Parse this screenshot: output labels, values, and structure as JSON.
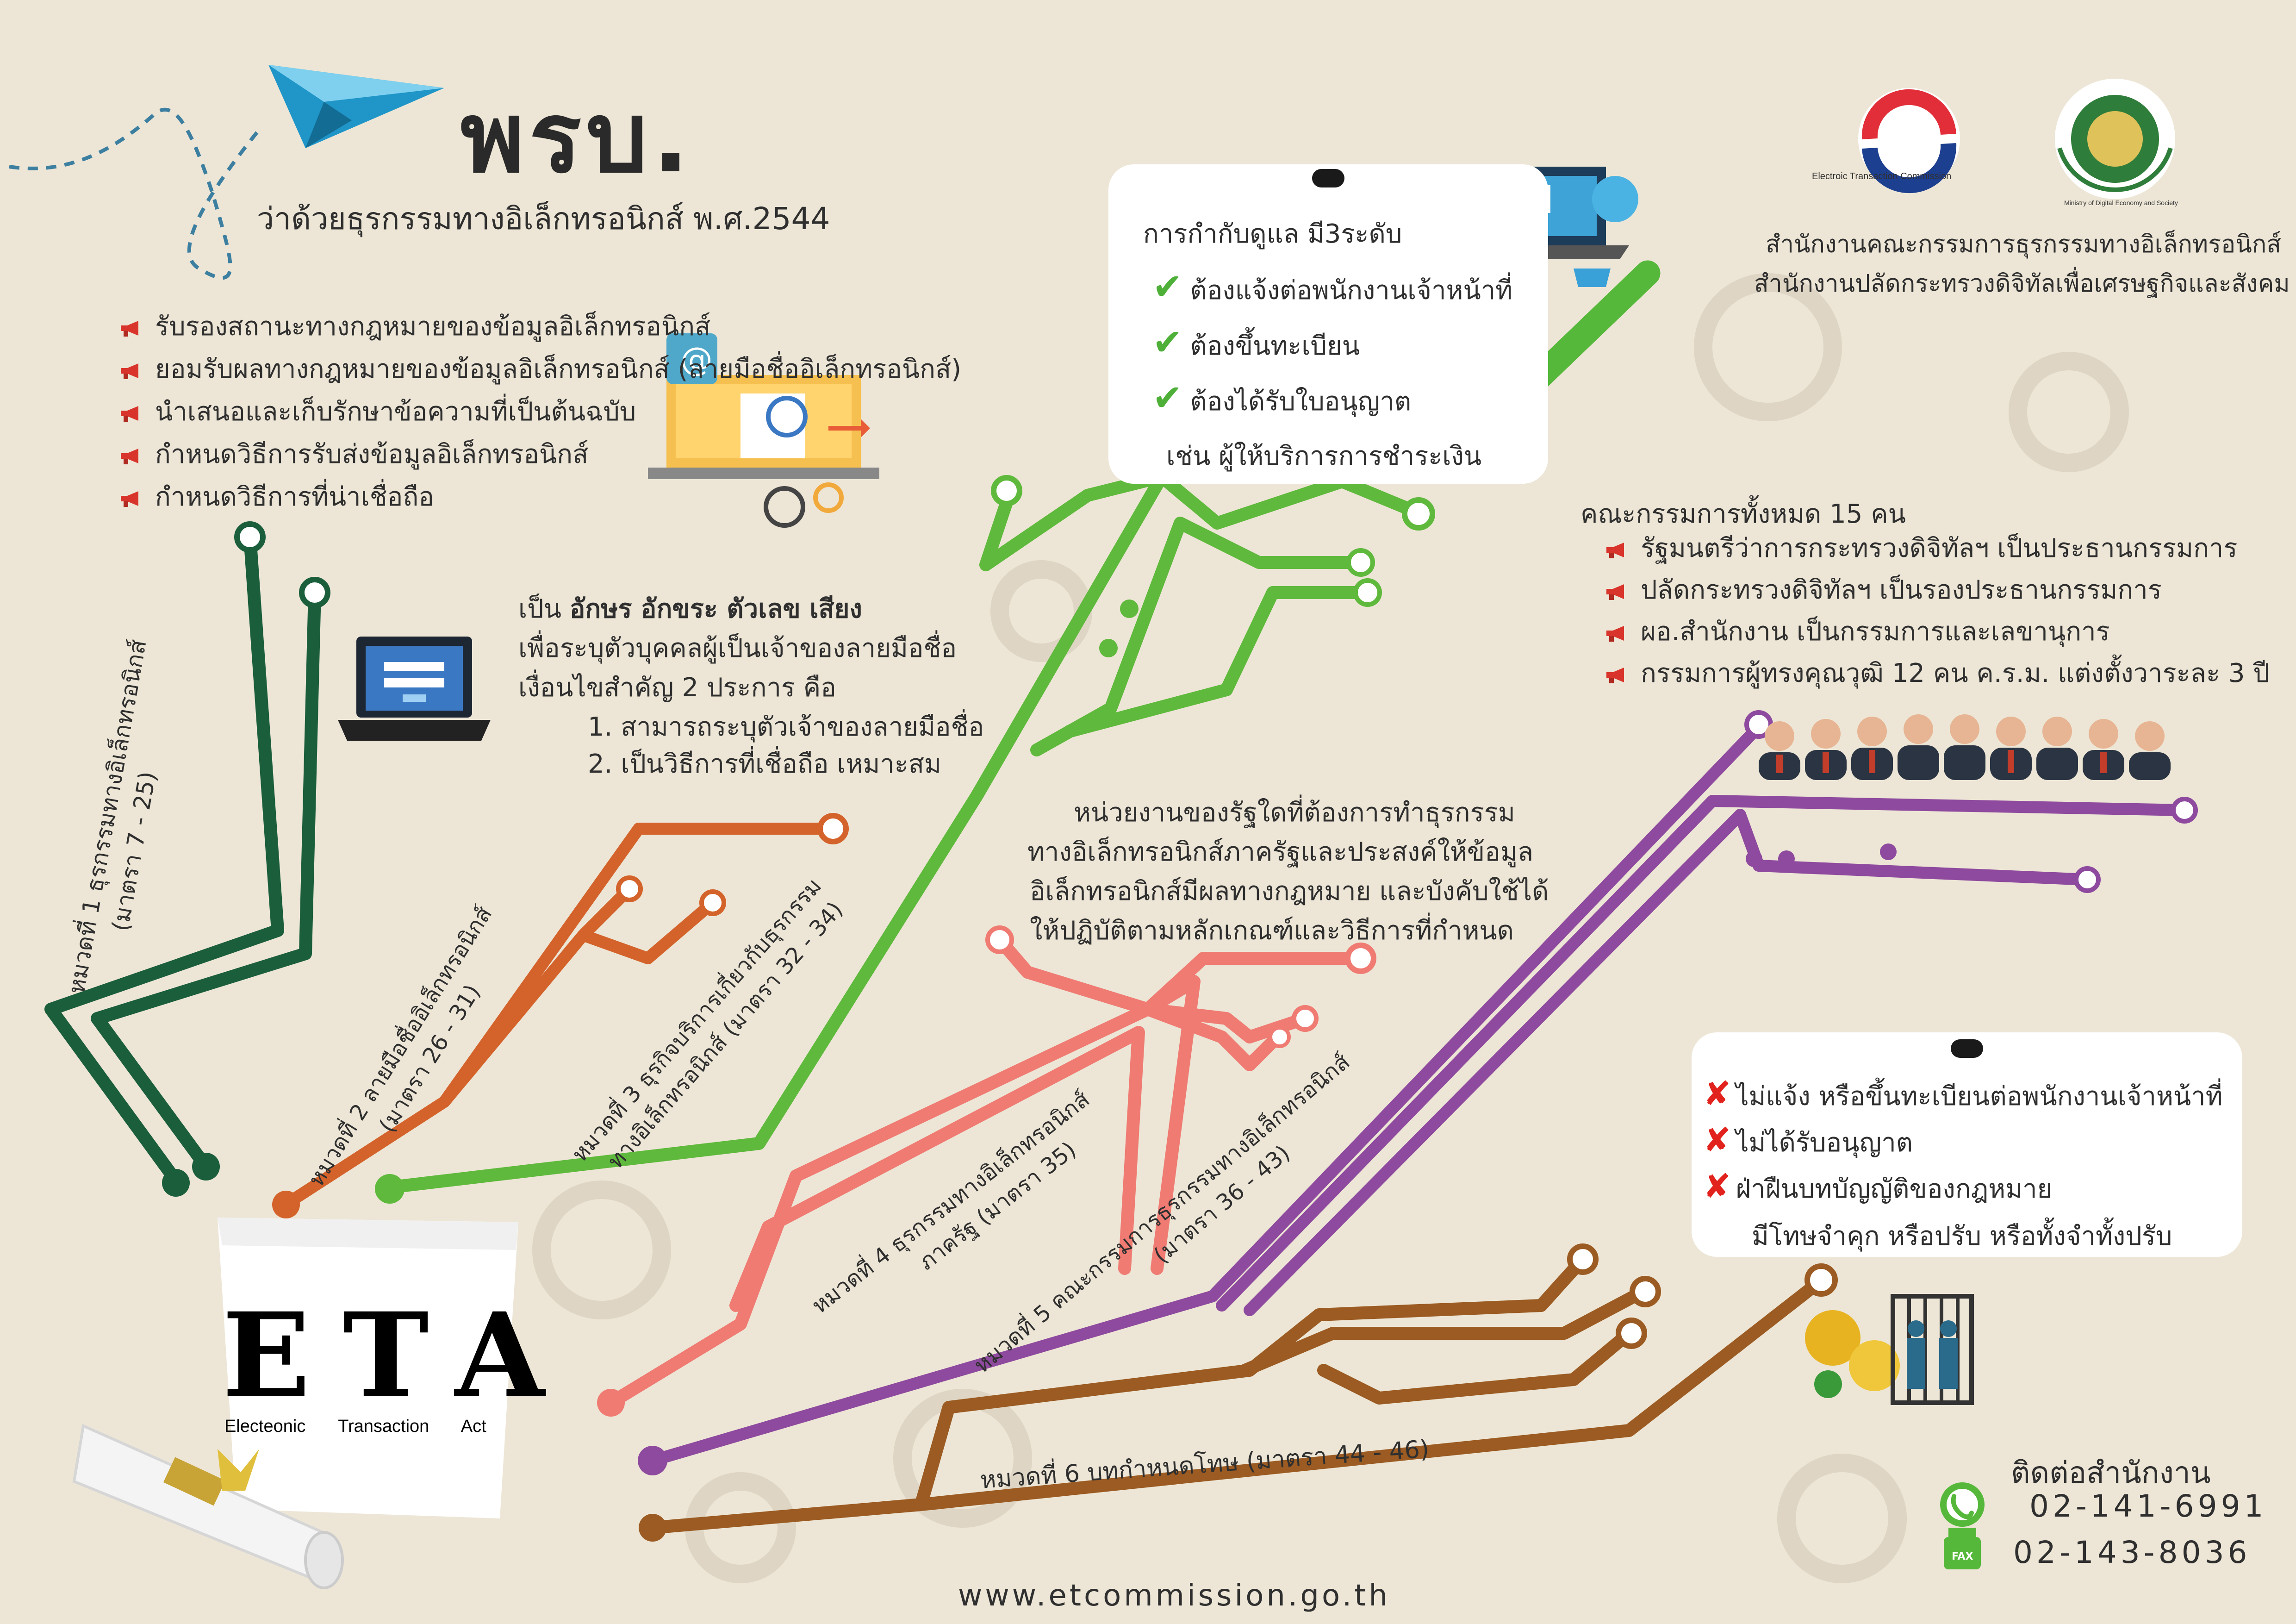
{
  "title": "พรบ.",
  "subtitle": "ว่าด้วยธุรกรรมทางอิเล็กทรอนิกส์ พ.ศ.2544",
  "intro_bullets": [
    "รับรองสถานะทางกฎหมายของข้อมูลอิเล็กทรอนิกส์",
    "ยอมรับผลทางกฎหมายของข้อมูลอิเล็กทรอนิกส์ (ลายมือชื่ออิเล็กทรอนิกส์)",
    "นำเสนอและเก็บรักษาข้อความที่เป็นต้นฉบับ",
    "กำหนดวิธีการรับส่งข้อมูลอิเล็กทรอนิกส์",
    "กำหนดวิธีการที่น่าเชื่อถือ"
  ],
  "regulation": {
    "heading": "การกำกับดูแล มี3ระดับ",
    "items": [
      "ต้องแจ้งต่อพนักงานเจ้าหน้าที่",
      "ต้องขึ้นทะเบียน",
      "ต้องได้รับใบอนุญาต"
    ],
    "example": "เช่น ผู้ให้บริการการชำระเงิน"
  },
  "logos": {
    "etc_name": "Electroic Transaction Commission",
    "ministry_name": "Ministry of Digital Economy and Society"
  },
  "agencies": [
    "สำนักงานคณะกรรมการธุรกรรมทางอิเล็กทรอนิกส์",
    "สำนักงานปลัดกระทรวงดิจิทัลเพื่อเศรษฐกิจและสังคม"
  ],
  "committee": {
    "heading": "คณะกรรมการทั้งหมด 15 คน",
    "items": [
      "รัฐมนตรีว่าการกระทรวงดิจิทัลฯ เป็นประธานกรรมการ",
      "ปลัดกระทรวงดิจิทัลฯ เป็นรองประธานกรรมการ",
      "ผอ.สำนักงาน เป็นกรรมการและเลขานุการ",
      "กรรมการผู้ทรงคุณวุฒิ 12 คน ค.ร.ม. แต่งตั้งวาระละ 3 ปี"
    ]
  },
  "signature": {
    "line1_prefix": "เป็น",
    "line1_bold": "อักษร อักขระ ตัวเลข เสียง",
    "line2": "เพื่อระบุตัวบุคคลผู้เป็นเจ้าของลายมือชื่อ",
    "line3": "เงื่อนไขสำคัญ 2 ประการ คือ",
    "items": [
      "1. สามารถระบุตัวเจ้าของลายมือชื่อ",
      "2. เป็นวิธีการที่เชื่อถือ เหมาะสม"
    ]
  },
  "state_agency": [
    "หน่วยงานของรัฐใดที่ต้องการทำธุรกรรม",
    "ทางอิเล็กทรอนิกส์ภาครัฐและประสงค์ให้ข้อมูล",
    "อิเล็กทรอนิกส์มีผลทางกฎหมาย  และบังคับใช้ได้",
    "ให้ปฏิบัติตามหลักเกณฑ์และวิธีการที่กำหนด"
  ],
  "penalty": {
    "items": [
      "ไม่แจ้ง หรือขึ้นทะเบียนต่อพนักงานเจ้าหน้าที่",
      "ไม่ได้รับอนุญาต",
      "ฝ่าฝืนบทบัญญัติของกฎหมาย"
    ],
    "note": "มีโทษจำคุก หรือปรับ หรือทั้งจำทั้งปรับ"
  },
  "chapters": [
    {
      "line1": "หมวดที่ 1 ธุรกรรมทางอิเล็กทรอนิกส์",
      "line2": "(มาตรา 7 - 25)",
      "color": "#1b5e3c"
    },
    {
      "line1": "หมวดที่ 2 ลายมือชื่ออิเล็กทรอนิกส์",
      "line2": "(มาตรา 26 - 31)",
      "color": "#d4632b"
    },
    {
      "line1": "หมวดที่ 3 ธุรกิจบริการเกี่ยวกับธุรกรรม",
      "line2": "ทางอิเล็กทรอนิกส์ (มาตรา 32 - 34)",
      "color": "#5fb93c"
    },
    {
      "line1": "หมวดที่ 4 ธุรกรรมทางอิเล็กทรอนิกส์",
      "line2": "ภาครัฐ (มาตรา 35)",
      "color": "#ef7b73"
    },
    {
      "line1": "หมวดที่ 5 คณะกรรมการธุรกรรมทางอิเล็กทรอนิกส์",
      "line2": "(มาตรา 36 - 43)",
      "color": "#8e4a9e"
    },
    {
      "line1": "หมวดที่ 6 บทกำหนดโทษ (มาตรา 44 - 46)",
      "line2": "",
      "color": "#9b5b22"
    }
  ],
  "eta": {
    "letters": "ETA",
    "sub": "Electeonic Transaction Act"
  },
  "contact": {
    "heading": "ติดต่อสำนักงาน",
    "phone": "02-141-6991",
    "fax": "02-143-8036",
    "fax_label": "FAX"
  },
  "website": "www.etcommission.go.th"
}
